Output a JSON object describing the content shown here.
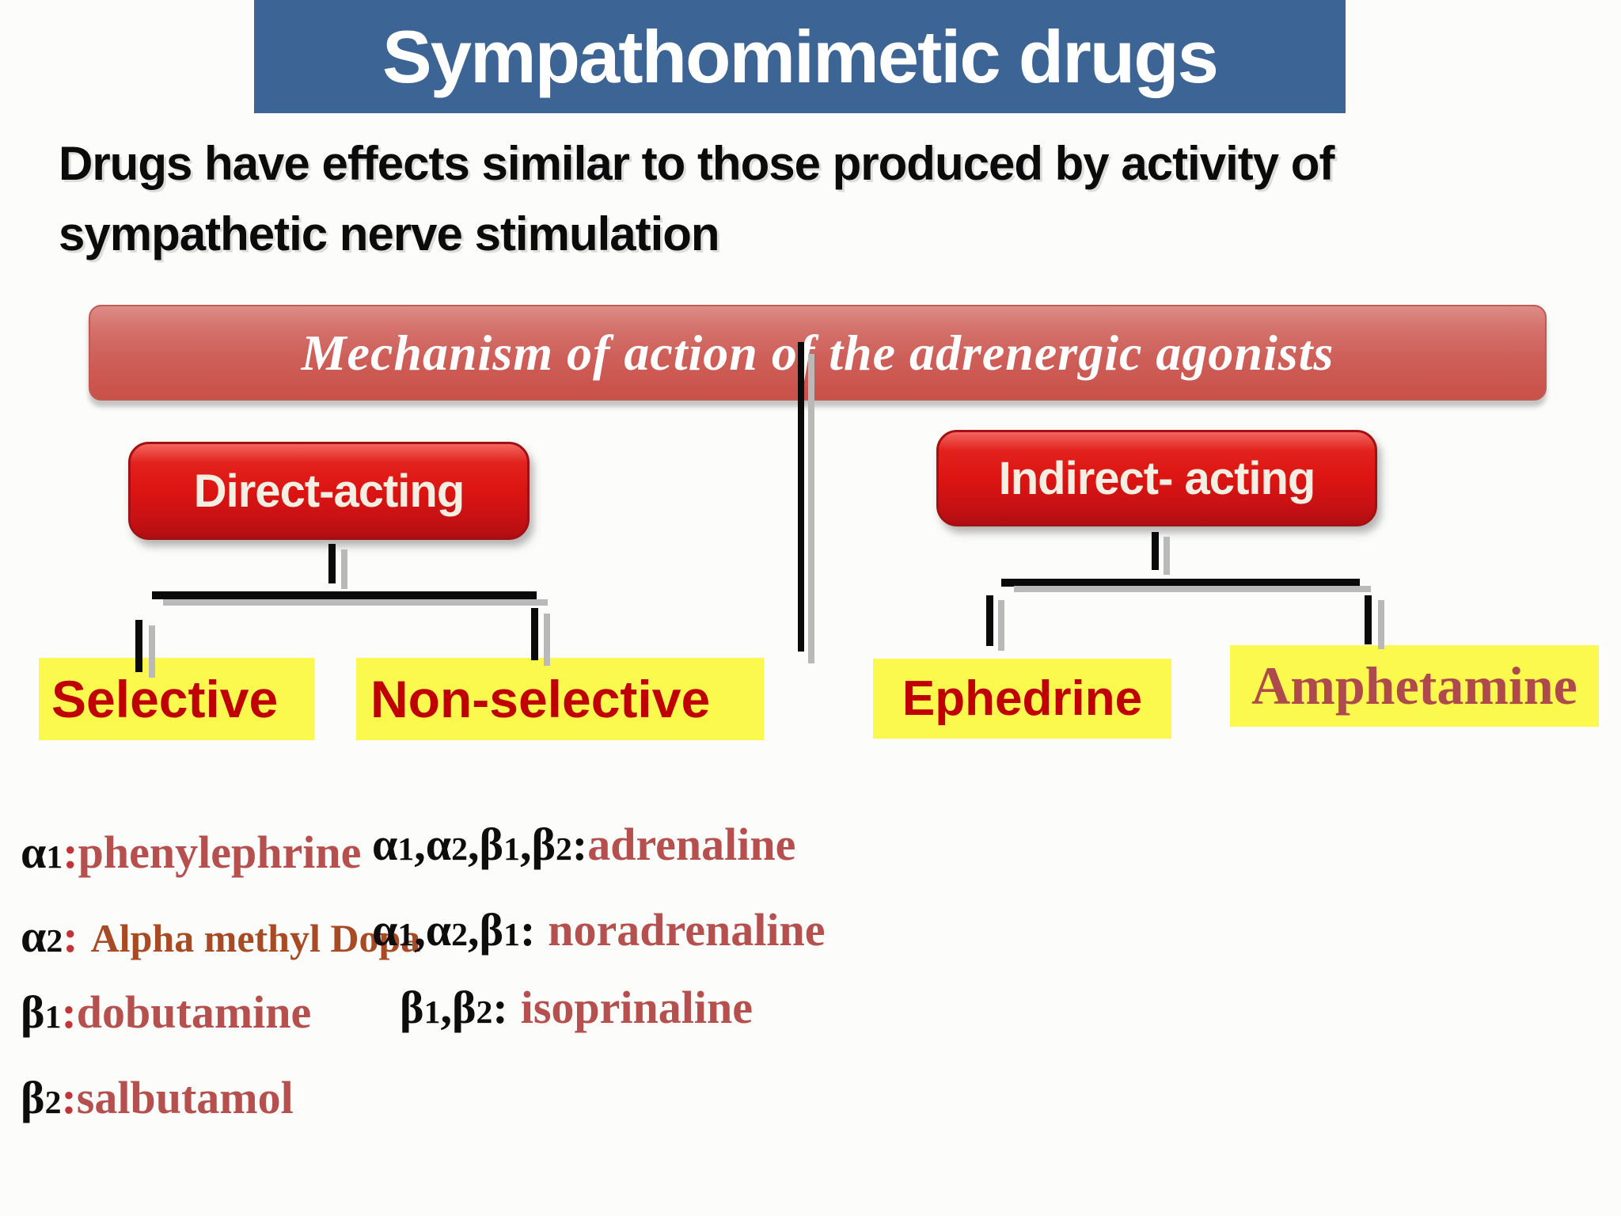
{
  "slide": {
    "background": "#FCFCFA",
    "title_banner": {
      "label": "Sympathomimetic drugs",
      "bg": "#3C6595",
      "text_color": "#FFFFFF"
    },
    "intro": {
      "line1": "Drugs have effects similar to those produced by activity of",
      "line2": "sympathetic nerve stimulation"
    },
    "mechanism_banner": {
      "label": "Mechanism of action of the adrenergic agonists",
      "bg": "#CE5F59",
      "text_color": "#FFFFFF"
    },
    "tree": {
      "direct": {
        "label": "Direct-acting",
        "children": [
          "Selective",
          "Non-selective"
        ]
      },
      "indirect": {
        "label": "Indirect- acting",
        "children": [
          "Ephedrine",
          "Amphetamine"
        ]
      },
      "box_color": "#DC1412",
      "box_text_color": "#F4EFE2",
      "leaf_bg": "#FBF84E",
      "leaf_text_color": "#C00000",
      "amphetamine_text_color": "#AE4A4C",
      "connector_color": "#0A0A0A",
      "connector_shadow_color": "#B9B9B9"
    },
    "receptor_lists": {
      "left_column": [
        {
          "receptor": "α1",
          "colon": ":",
          "drug": "phenylephrine"
        },
        {
          "receptor": "α2",
          "colon": ":",
          "drug": "Alpha methyl Dopa"
        },
        {
          "receptor": "β1",
          "colon": ":",
          "drug": "dobutamine"
        },
        {
          "receptor": "β2",
          "colon": ":",
          "drug": "salbutamol"
        }
      ],
      "right_column": [
        {
          "receptor": "α1,α2,β1,β2",
          "colon": ":",
          "drug": "adrenaline"
        },
        {
          "receptor": "α1,α2,β1",
          "colon": ":",
          "drug": "noradrenaline"
        },
        {
          "receptor": "β1,β2",
          "colon": ":",
          "drug": "isoprinaline"
        }
      ]
    },
    "colors": {
      "drug_name_red": "#B5504E",
      "dopa_brown": "#A84A24",
      "colon_red": "#C13437",
      "prefix_black": "#0D0D0D"
    }
  }
}
